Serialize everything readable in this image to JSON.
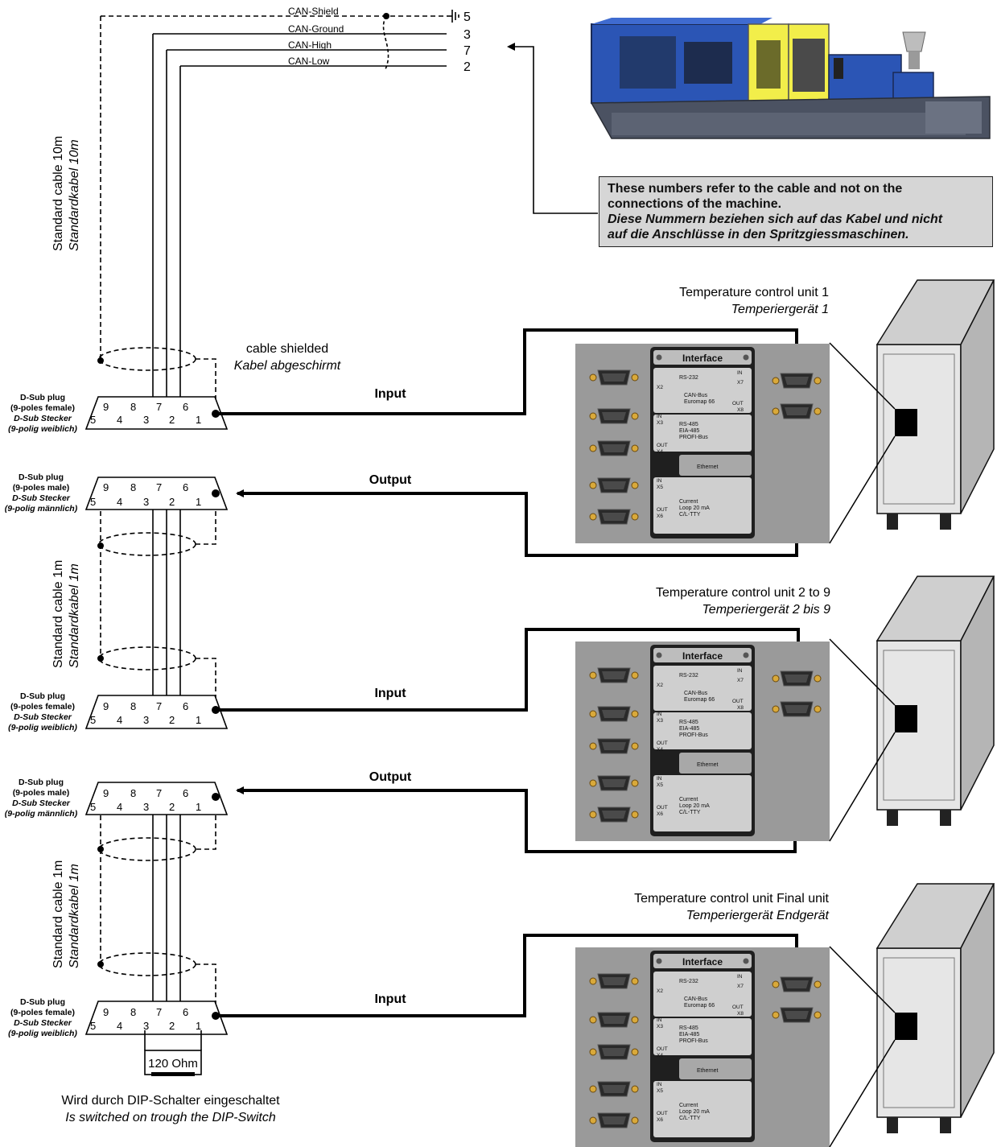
{
  "can_bus": {
    "wires": [
      {
        "label": "CAN-Shield",
        "number": "5"
      },
      {
        "label": "CAN-Ground",
        "number": "3"
      },
      {
        "label": "CAN-High",
        "number": "7"
      },
      {
        "label": "CAN-Low",
        "number": "2"
      }
    ]
  },
  "note": {
    "line_en_1": "These numbers refer to the cable and not on the",
    "line_en_2": "connections of the machine.",
    "line_de_1": "Diese Nummern beziehen sich auf das Kabel und nicht",
    "line_de_2": "auf die Anschlüsse in den Spritzgiessmaschinen."
  },
  "cables": [
    {
      "en": "Standard cable 10m",
      "de": "Standardkabel 10m"
    },
    {
      "en": "Standard cable 1m",
      "de": "Standardkabel 1m"
    },
    {
      "en": "Standard cable 1m",
      "de": "Standardkabel 1m"
    }
  ],
  "shield_label": {
    "en": "cable shielded",
    "de": "Kabel abgeschirmt"
  },
  "plugs": {
    "female": {
      "l1": "D-Sub plug",
      "l2": "(9-poles female)",
      "l3": "D-Sub Stecker",
      "l4": "(9-polig weiblich)"
    },
    "male": {
      "l1": "D-Sub plug",
      "l2": "(9-poles male)",
      "l3": "D-Sub Stecker",
      "l4": "(9-polig männlich)"
    }
  },
  "pins": {
    "top": [
      "9",
      "8",
      "7",
      "6"
    ],
    "bottom": [
      "5",
      "4",
      "3",
      "2",
      "1"
    ]
  },
  "io": {
    "input": "Input",
    "output": "Output"
  },
  "units": [
    {
      "en": "Temperature control unit 1",
      "de": "Temperiergerät 1"
    },
    {
      "en": "Temperature control unit 2 to 9",
      "de": "Temperiergerät 2 bis 9"
    },
    {
      "en": "Temperature control unit Final unit",
      "de": "Temperiergerät Endgerät"
    }
  ],
  "interface_panel": {
    "title": "Interface",
    "rs232": "RS-232",
    "can_bus_1": "CAN-Bus",
    "can_bus_2": "Euromap 66",
    "rs485_1": "RS-485",
    "rs485_2": "EIA-485",
    "rs485_3": "PROFI-Bus",
    "ethernet": "Ethernet",
    "current_1": "Current",
    "current_2": "Loop 20 mA",
    "current_3": "C/L-TTY",
    "in": "IN",
    "out": "OUT",
    "ports": [
      "X2",
      "X3",
      "X4",
      "X5",
      "X6",
      "X7",
      "X8"
    ]
  },
  "terminator": {
    "resistor": "120 Ohm",
    "de": "Wird durch DIP-Schalter eingeschaltet",
    "en": "Is switched on trough the DIP-Switch"
  },
  "colors": {
    "machine_blue": "#2b55b5",
    "machine_yellow": "#f2ee4a",
    "panel_gray": "#9a9a9a",
    "note_bg": "#d6d6d6"
  }
}
